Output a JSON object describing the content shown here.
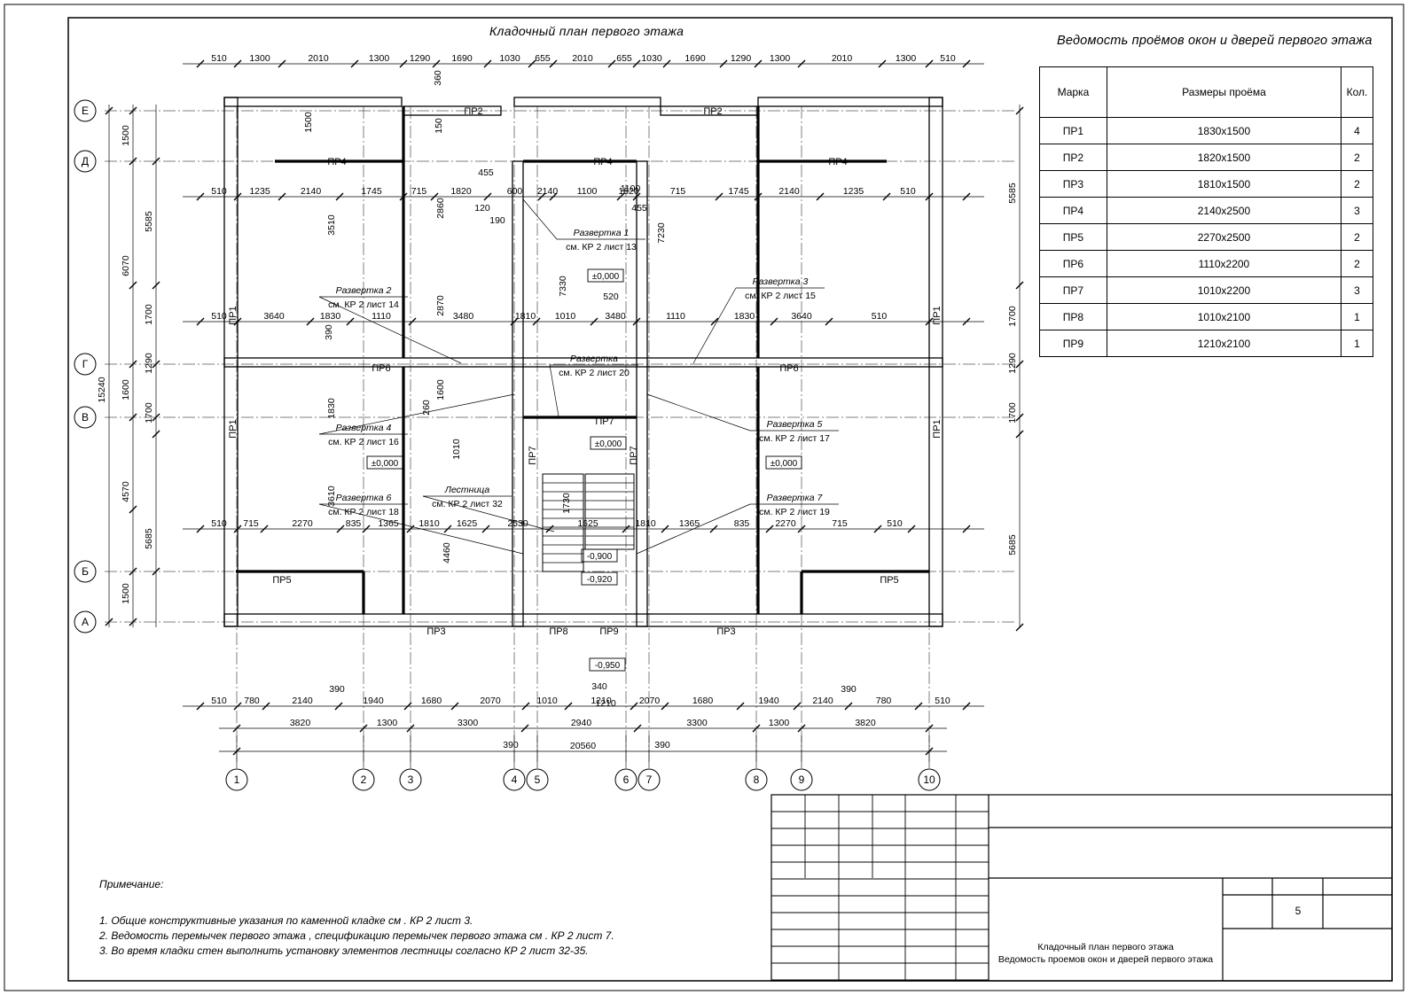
{
  "plan": {
    "title": "Кладочный план первого этажа"
  },
  "schedule": {
    "title": "Ведомость проёмов окон и дверей первого этажа",
    "headers": [
      "Марка",
      "Размеры проёма",
      "Кол."
    ],
    "rows": [
      [
        "ПР1",
        "1830x1500",
        "4"
      ],
      [
        "ПР2",
        "1820x1500",
        "2"
      ],
      [
        "ПР3",
        "1810x1500",
        "2"
      ],
      [
        "ПР4",
        "2140x2500",
        "3"
      ],
      [
        "ПР5",
        "2270x2500",
        "2"
      ],
      [
        "ПР6",
        "1110x2200",
        "2"
      ],
      [
        "ПР7",
        "1010x2200",
        "3"
      ],
      [
        "ПР8",
        "1010x2100",
        "1"
      ],
      [
        "ПР9",
        "1210x2100",
        "1"
      ]
    ]
  },
  "axes": {
    "columns": [
      "1",
      "2",
      "3",
      "4",
      "5",
      "6",
      "7",
      "8",
      "9",
      "10"
    ],
    "rows": [
      "Е",
      "Д",
      "Г",
      "В",
      "Б",
      "А"
    ]
  },
  "dims": {
    "top1": [
      "510",
      "1300",
      "2010",
      "1300",
      "1290",
      "1690",
      "1030",
      "655",
      "2010",
      "655",
      "1030",
      "1690",
      "1290",
      "1300",
      "2010",
      "1300",
      "510"
    ],
    "top2": [
      "510",
      "1235",
      "2140",
      "1745",
      "715",
      "1820",
      "600",
      "2140",
      "1100",
      "1820",
      "715",
      "1745",
      "2140",
      "1235",
      "510"
    ],
    "mid1": [
      "510",
      "3640",
      "1830",
      "1110",
      "3480",
      "1810",
      "1010",
      "3480",
      "1110",
      "1830",
      "3640",
      "510"
    ],
    "mid2": [
      "510",
      "715",
      "2270",
      "835",
      "1365",
      "1810",
      "1625",
      "2530",
      "1625",
      "1810",
      "1365",
      "835",
      "2270",
      "715",
      "510"
    ],
    "bot1": [
      "510",
      "780",
      "2140",
      "1940",
      "1680",
      "2070",
      "1010",
      "1210",
      "2070",
      "1680",
      "1940",
      "2140",
      "780",
      "510"
    ],
    "bot2": [
      "3820",
      "1300",
      "3300",
      "2940",
      "3300",
      "1300",
      "3820"
    ],
    "total": "20560",
    "left": [
      "1500",
      "5585",
      "6070",
      "1700",
      "1290",
      "1600",
      "15240",
      "1700",
      "4570",
      "5685",
      "1500"
    ],
    "right": [
      "5585",
      "1700",
      "1290",
      "1700",
      "5685"
    ],
    "misc": [
      "360",
      "1500",
      "150",
      "455",
      "120",
      "190",
      "1100",
      "455",
      "3510",
      "2860",
      "7230",
      "7330",
      "2870",
      "520",
      "390",
      "1830",
      "260",
      "1010",
      "1600",
      "4460",
      "3610",
      "340",
      "1730",
      "390",
      "390",
      "1210"
    ]
  },
  "openings": [
    "ПР1",
    "ПР2",
    "ПР3",
    "ПР4",
    "ПР5",
    "ПР6",
    "ПР7",
    "ПР8",
    "ПР9"
  ],
  "levels": [
    "±0,000",
    "±0,000",
    "±0,000",
    "±0,000",
    "-0,900",
    "-0,920",
    "-0,950"
  ],
  "callouts": [
    {
      "title": "Развертка 1",
      "ref": "см. КР 2 лист 13"
    },
    {
      "title": "Развертка 2",
      "ref": "см. КР 2 лист 14"
    },
    {
      "title": "Развертка 3",
      "ref": "см. КР 2 лист 15"
    },
    {
      "title": "Развертка 4",
      "ref": "см. КР 2 лист 16"
    },
    {
      "title": "Развертка 5",
      "ref": "см. КР 2 лист 17"
    },
    {
      "title": "Развертка 6",
      "ref": "см. КР 2 лист 18"
    },
    {
      "title": "Развертка 7",
      "ref": "см. КР 2 лист 19"
    },
    {
      "title": "Развертка",
      "ref": "см. КР 2 лист 20"
    },
    {
      "title": "Лестница",
      "ref": "см. КР 2 лист 32"
    }
  ],
  "notes": {
    "heading": "Примечание:",
    "items": [
      "1. Общие конструктивные указания по каменной кладке см . КР 2 лист 3.",
      "2. Ведомость перемычек первого этажа , спецификацию перемычек первого этажа см . КР 2 лист 7.",
      "3. Во время кладки стен выполнить установку элементов лестницы согласно КР   2 лист 32-35."
    ]
  },
  "title_block": {
    "sheet": "5",
    "caption_line1": "Кладочный план первого этажа",
    "caption_line2": "Ведомость проемов окон и дверей первого этажа"
  }
}
